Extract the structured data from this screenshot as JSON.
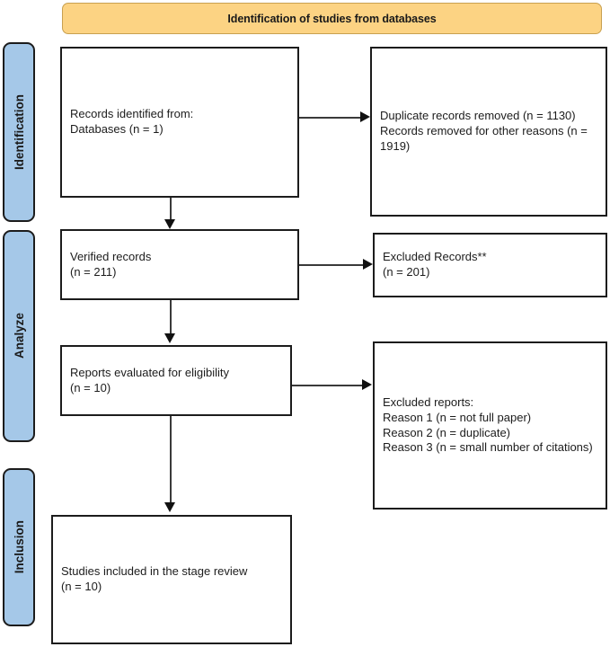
{
  "diagram": {
    "type": "prisma-flow-diagram",
    "banner": {
      "title": "Identification of studies from databases",
      "fill_color": "#FCD383"
    },
    "stages": [
      {
        "id": "identification",
        "label": "Identification",
        "fill_color": "#A5C8E8"
      },
      {
        "id": "analyze",
        "label": "Analyze",
        "fill_color": "#A5C8E8"
      },
      {
        "id": "inclusion",
        "label": "Inclusion",
        "fill_color": "#A5C8E8"
      }
    ],
    "boxes": {
      "identified": {
        "text": "Records identified from:\nDatabases (n = 1)",
        "count": 1
      },
      "duplicates_removed": {
        "text": "Duplicate records removed (n = 1130)\nRecords removed for other reasons (n = 1919)",
        "duplicate_count": 1130,
        "other_reasons_count": 1919
      },
      "verified": {
        "text": "Verified records\n(n = 211)",
        "count": 211
      },
      "excluded_records": {
        "text": "Excluded Records**\n(n = 201)",
        "count": 201
      },
      "reports_evaluated": {
        "text": "Reports evaluated for eligibility\n(n = 10)",
        "count": 10
      },
      "excluded_reports": {
        "text": "Excluded reports:\nReason 1 (n = not full paper)\nReason 2 (n = duplicate)\nReason 3 (n = small number of citations)",
        "reasons": [
          "Reason 1 (n = not full paper)",
          "Reason 2 (n = duplicate)",
          "Reason 3 (n = small number of citations)"
        ]
      },
      "included": {
        "text": "Studies included in the stage review\n(n = 10)",
        "count": 10
      }
    }
  }
}
